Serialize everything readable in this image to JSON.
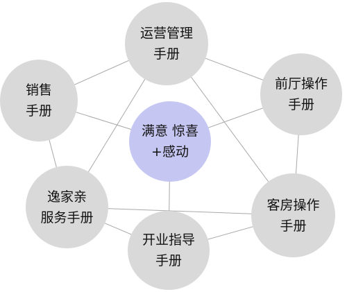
{
  "colors": {
    "node_fill": "#d9d9d9",
    "center_fill": "#c6c6f2",
    "link_stroke": "#a8a8a8",
    "text": "#111111"
  },
  "nodes": {
    "center": {
      "line1": "满意  惊喜",
      "line2": "+感动"
    },
    "operations": {
      "line1": "运营管理",
      "line2": "手册"
    },
    "front_desk": {
      "line1": "前厅操作",
      "line2": "手册"
    },
    "sales": {
      "line1": "销售",
      "line2": "手册"
    },
    "housekeeping": {
      "line1": "客房操作",
      "line2": "手册"
    },
    "yijiaqin": {
      "line1": "逸家亲",
      "line2": "服务手册"
    },
    "opening": {
      "line1": "开业指导",
      "line2": "手册"
    }
  },
  "links": [
    [
      "operations",
      "front_desk"
    ],
    [
      "operations",
      "sales"
    ],
    [
      "operations",
      "yijiaqin"
    ],
    [
      "operations",
      "housekeeping"
    ],
    [
      "front_desk",
      "center"
    ],
    [
      "front_desk",
      "housekeeping"
    ],
    [
      "sales",
      "center"
    ],
    [
      "sales",
      "yijiaqin"
    ],
    [
      "yijiaqin",
      "housekeeping"
    ],
    [
      "yijiaqin",
      "opening"
    ],
    [
      "opening",
      "center"
    ],
    [
      "opening",
      "housekeeping"
    ]
  ]
}
